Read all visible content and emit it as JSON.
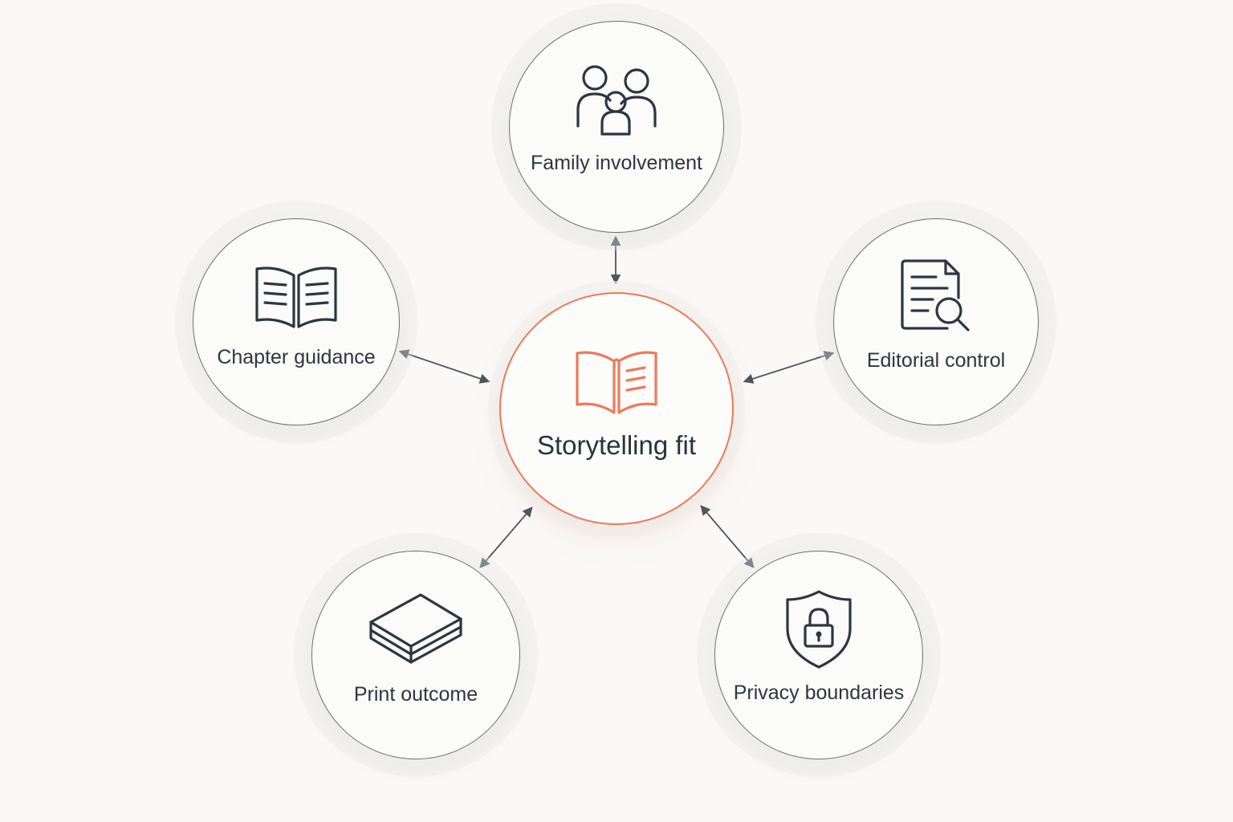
{
  "diagram": {
    "center": {
      "label": "Storytelling fit",
      "icon": "open-book-icon"
    },
    "nodes": [
      {
        "id": "family",
        "label": "Family involvement",
        "icon": "family-icon"
      },
      {
        "id": "chapter",
        "label": "Chapter guidance",
        "icon": "open-book-icon"
      },
      {
        "id": "editorial",
        "label": "Editorial control",
        "icon": "document-search-icon"
      },
      {
        "id": "print",
        "label": "Print outcome",
        "icon": "stacked-books-icon"
      },
      {
        "id": "privacy",
        "label": "Privacy boundaries",
        "icon": "shield-lock-icon"
      }
    ],
    "connections": [
      {
        "from": "center",
        "to": "family",
        "style": "bidirectional-arrow"
      },
      {
        "from": "center",
        "to": "chapter",
        "style": "bidirectional-arrow"
      },
      {
        "from": "center",
        "to": "editorial",
        "style": "bidirectional-arrow"
      },
      {
        "from": "center",
        "to": "print",
        "style": "bidirectional-arrow"
      },
      {
        "from": "center",
        "to": "privacy",
        "style": "bidirectional-arrow"
      }
    ],
    "colors": {
      "accent": "#ee7a5a",
      "stroke": "#2d3640",
      "ring": "#6b6f74",
      "arrow": "#4e555c",
      "background": "#faf9f7"
    }
  }
}
